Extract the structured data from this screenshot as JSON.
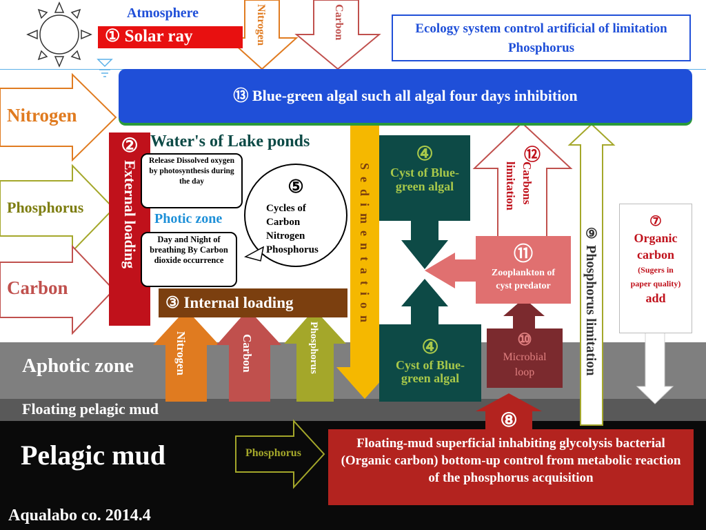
{
  "title": "Ecology system control artificial of limitation Phosphorus",
  "atmosphere": "Atmosphere",
  "solar_ray": "① Solar  ray",
  "top_arrows": {
    "nitrogen": "Nitrogen",
    "carbon": "Carbon"
  },
  "banner_13": "⑬ Blue-green algal such all algal four days inhibition",
  "left_arrows": {
    "nitrogen": "Nitrogen",
    "phosphorus": "Phosphorus",
    "carbon": "Carbon"
  },
  "external_loading": {
    "num": "②",
    "label": "External  loading"
  },
  "lake_title": "Water's of Lake ponds",
  "release_box": "Release Dissolved oxygen by photosynthesis during the day",
  "photic_zone": "Photic zone",
  "breathing_box": "Day and Night of breathing By Carbon dioxide occurrence",
  "cycles_5": {
    "num": "⑤",
    "text": "Cycles of Carbon Nitrogen Phosphorus"
  },
  "internal_loading": "③ Internal  loading",
  "internal_arrows": {
    "nitrogen": "Nitrogen",
    "carbon": "Carbon",
    "phosphorus": "Phosphorus"
  },
  "sedimentation": "Sedimentation",
  "cyst_top": {
    "num": "④",
    "text": "Cyst of Blue-green algal"
  },
  "cyst_bottom": {
    "num": "④",
    "text": "Cyst of Blue-green algal"
  },
  "carbons_limitation_12": {
    "num": "⑫",
    "text": "Carbons limitation"
  },
  "zooplankton_11": {
    "num": "⑪",
    "text": "Zooplankton of cyst predator"
  },
  "microbial_10": {
    "num": "⑩",
    "text": "Microbial loop"
  },
  "phosphorus_limitation_9": "⑨ Phosphorus  limitation",
  "organic_carbon_7": {
    "num": "⑦",
    "line1": "Organic carbon",
    "line2": "(Sugers in paper quality)",
    "line3": "add"
  },
  "aphotic_zone": "Aphotic zone",
  "floating_mud": "Floating  pelagic  mud",
  "pelagic_mud": "Pelagic  mud",
  "phosphorus_arrow": "Phosphorus",
  "num_8": "⑧",
  "bacteria_box": "Floating-mud superficial inhabiting glycolysis bacterial (Organic carbon) bottom-up control from metabolic reaction of the phosphorus acquisition",
  "footer": "Aqualabo  co.   2014.4",
  "colors": {
    "banner": "#1f4fd8",
    "external": "#c0111b",
    "cyst": "#0d4a46",
    "sediment": "#f5b800",
    "zoo": "#e07070",
    "microbial": "#7b2a2e",
    "bacteria": "#b3231f",
    "internal": "#7b3f0f",
    "title_blue": "#1f4fd8"
  }
}
